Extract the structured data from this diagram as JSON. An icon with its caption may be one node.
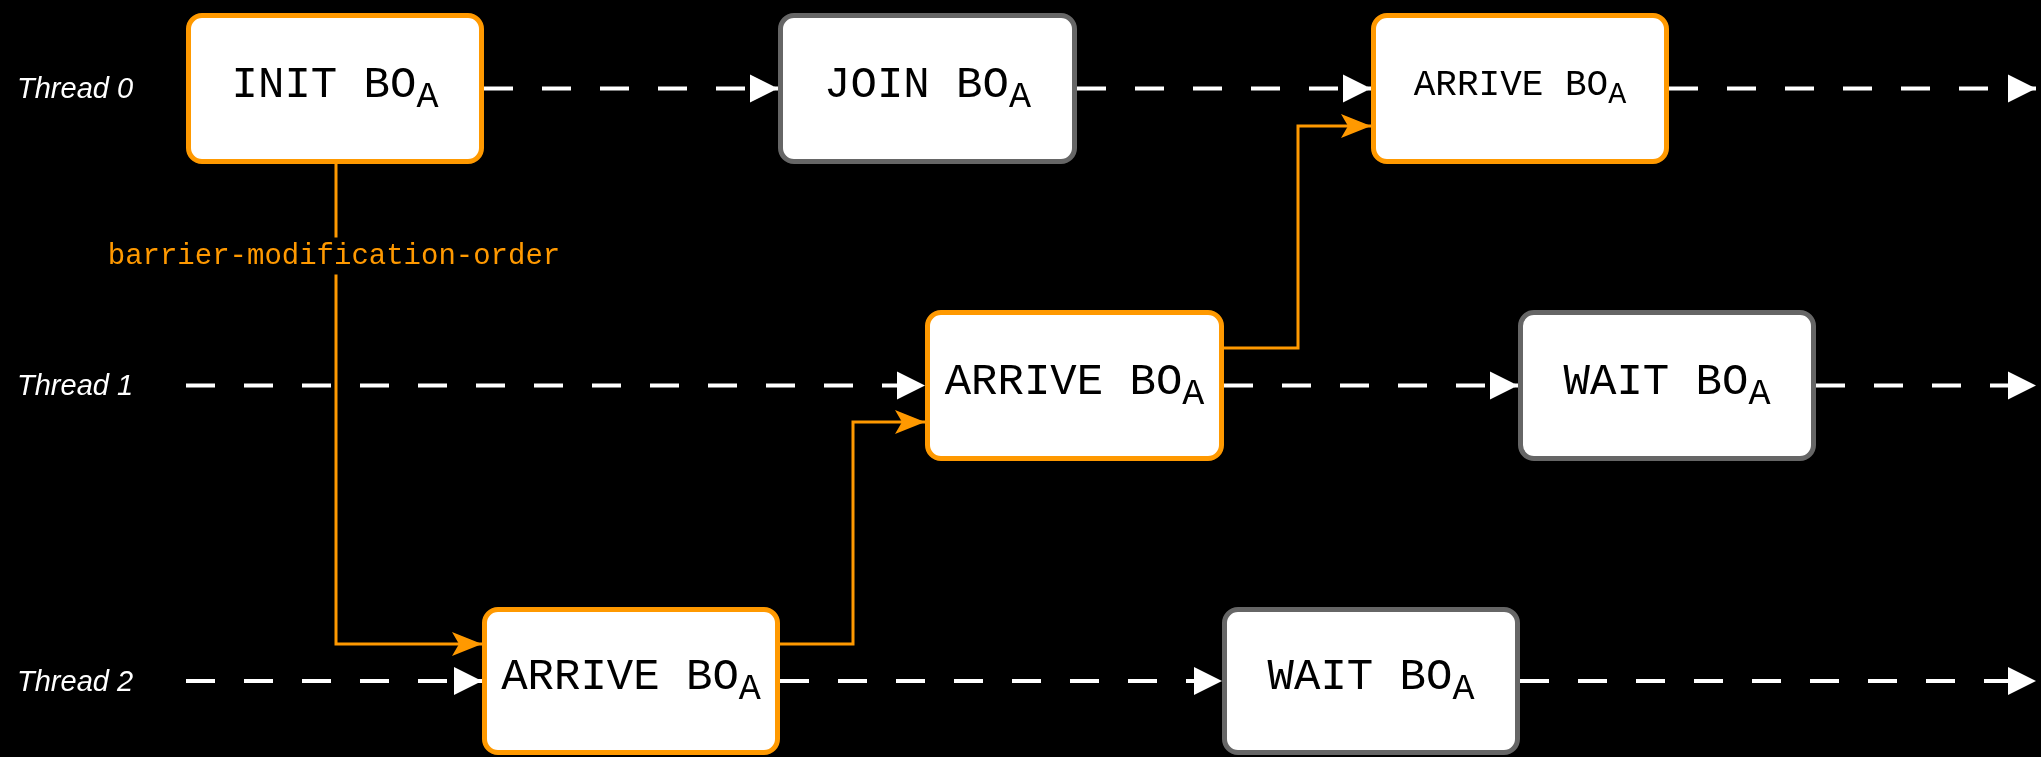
{
  "diagram": {
    "nodes": [
      {
        "text": [
          "INIT BO$_{A}$"
        ]
      },
      {
        "text": [
          "JOIN BO$_{A}$"
        ]
      },
      {
        "text": [
          "ARRIVE BO$_{A}$"
        ]
      },
      {
        "text": [
          "ARRIVE BO$_{A}$"
        ]
      },
      {
        "text": [
          "WAIT BO$_{A}$"
        ]
      },
      {
        "text": [
          "ARRIVE BO$_{A}$"
        ]
      },
      {
        "text": [
          "WAIT BO$_{A}$"
        ]
      }
    ],
    "edges": [
      {
        "from": 0,
        "to": 1,
        "arrow": "to",
        "style": "dashed"
      },
      {
        "from": 1,
        "to": 2,
        "arrow": "to",
        "style": "dashed"
      },
      {
        "from": 2,
        "to": null,
        "arrow": "to",
        "style": "dashed"
      },
      {
        "from": null,
        "to": 3,
        "arrow": "to",
        "style": "dashed"
      },
      {
        "from": 3,
        "to": 4,
        "arrow": "to",
        "style": "dashed"
      },
      {
        "from": 4,
        "to": null,
        "arrow": "to",
        "style": "dashed"
      },
      {
        "from": null,
        "to": 5,
        "arrow": "to",
        "style": "dashed"
      },
      {
        "from": 5,
        "to": 6,
        "arrow": "to",
        "style": "dashed"
      },
      {
        "from": 6,
        "to": null,
        "arrow": "to",
        "style": "dashed"
      },
      {
        "from": 0,
        "to": 5,
        "arrow": "to",
        "label": "barrier-modification-order",
        "color": "#ff9900"
      },
      {
        "from": 5,
        "to": 3,
        "arrow": "to",
        "color": "#ff9900"
      },
      {
        "from": 3,
        "to": 2,
        "arrow": "to",
        "color": "#ff9900"
      }
    ],
    "labels": [
      "Thread 0",
      "Thread 1",
      "Thread 2"
    ]
  }
}
